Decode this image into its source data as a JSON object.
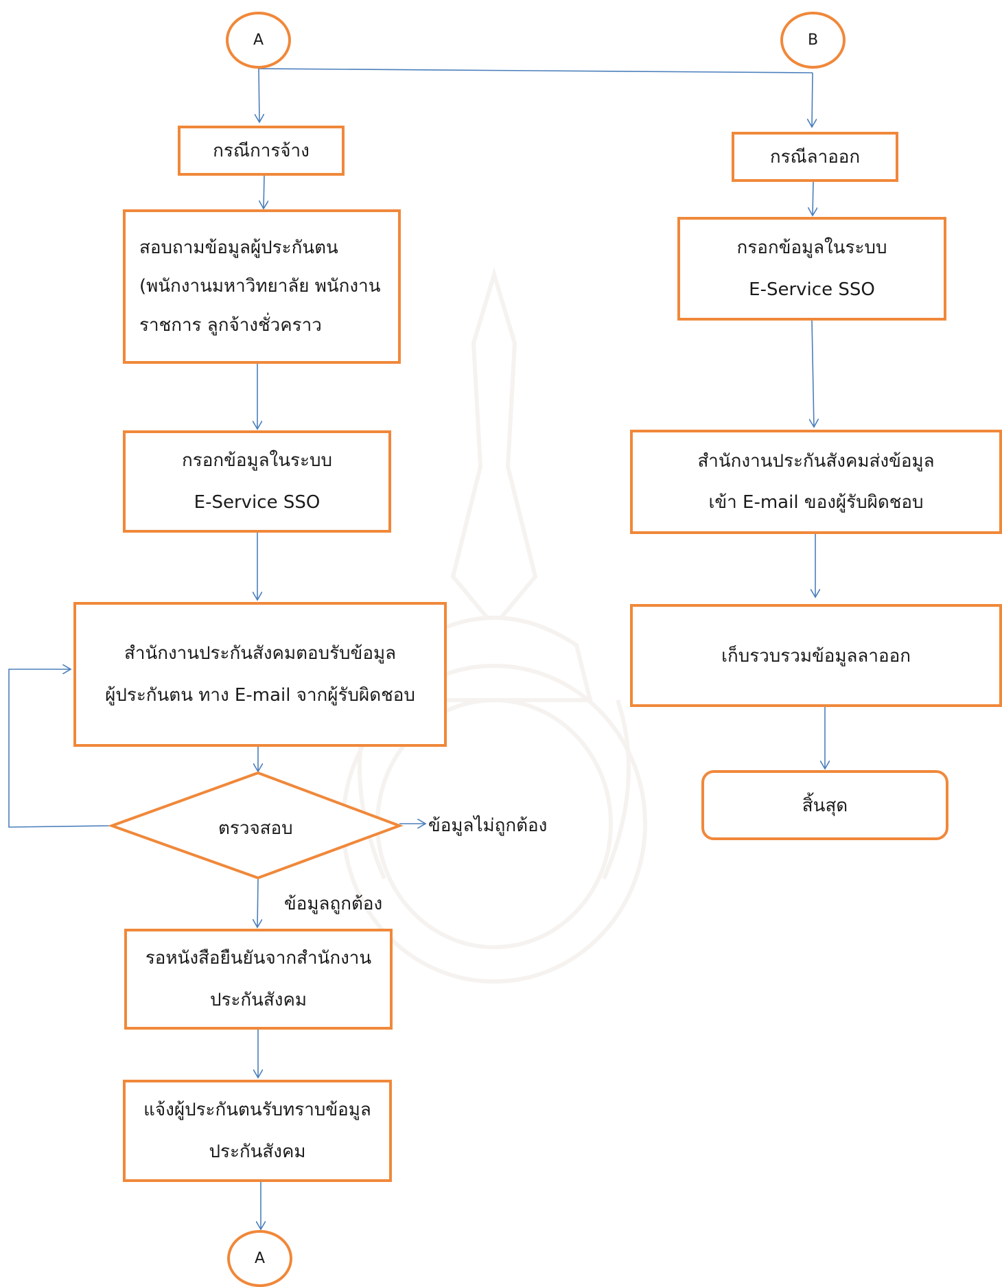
{
  "connectors": {
    "top_left": "A",
    "top_right": "B",
    "bottom_left": "A"
  },
  "hire": {
    "title": "กรณีการจ้าง",
    "inquire": [
      "สอบถามข้อมูลผู้ประกันตน",
      "(พนักงานมหาวิทยาลัย พนักงาน",
      "ราชการ  ลูกจ้างชั่วคราว"
    ],
    "fill": [
      "กรอกข้อมูลในระบบ",
      "E-Service SSO"
    ],
    "sso_reply": [
      "สำนักงานประกันสังคมตอบรับข้อมูล",
      "ผู้ประกันตน ทาง E-mail จากผู้รับผิดชอบ"
    ],
    "check": "ตรวจสอบ",
    "incorrect": "ข้อมูลไม่ถูกต้อง",
    "correct": "ข้อมูลถูกต้อง",
    "wait": [
      "รอหนังสือยืนยันจากสำนักงาน",
      "ประกันสังคม"
    ],
    "notify": [
      "แจ้งผู้ประกันตนรับทราบข้อมูล",
      "ประกันสังคม"
    ]
  },
  "resign": {
    "title": "กรณีลาออก",
    "fill": [
      "กรอกข้อมูลในระบบ",
      "E-Service SSO"
    ],
    "sso_send": [
      "สำนักงานประกันสังคมส่งข้อมูล",
      "เข้า E-mail ของผู้รับผิดชอบ"
    ],
    "collect": "เก็บรวบรวมข้อมูลลาออก",
    "end": "สิ้นสุด"
  },
  "colors": {
    "box_border": "#F0883A",
    "arrow": "#4A7EBB"
  }
}
